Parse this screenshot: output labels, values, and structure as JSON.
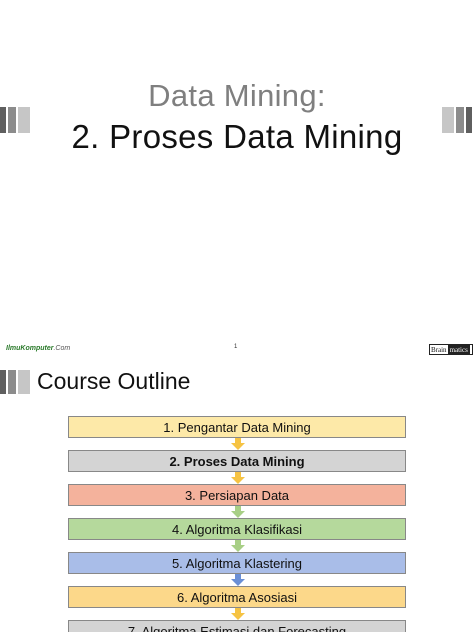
{
  "slide1": {
    "title_line1": "Data Mining:",
    "title_line2": "2. Proses Data Mining",
    "footer_left_brand": "IlmuKomputer",
    "footer_left_suffix": ".Com",
    "page_number": "1",
    "brand_logo_left": "Brain",
    "brand_logo_right": "matics"
  },
  "slide2": {
    "title": "Course Outline",
    "steps": [
      {
        "label": "1. Pengantar Data Mining",
        "color": "#fde9a8",
        "arrow": "#f6c343",
        "bold": false
      },
      {
        "label": "2. Proses Data Mining",
        "color": "#d4d4d4",
        "arrow": "#f6c343",
        "bold": true
      },
      {
        "label": "3. Persiapan Data",
        "color": "#f4b29c",
        "arrow": "#a8cf86",
        "bold": false
      },
      {
        "label": "4. Algoritma Klasifikasi",
        "color": "#b5d99c",
        "arrow": "#a8cf86",
        "bold": false
      },
      {
        "label": "5. Algoritma Klastering",
        "color": "#a9bde8",
        "arrow": "#6a8fd6",
        "bold": false
      },
      {
        "label": "6. Algoritma Asosiasi",
        "color": "#fcd88a",
        "arrow": "#f6c343",
        "bold": false
      },
      {
        "label": "7. Algoritma Estimasi dan Forecasting",
        "color": "#d4d4d4",
        "arrow": "",
        "bold": false
      }
    ]
  }
}
